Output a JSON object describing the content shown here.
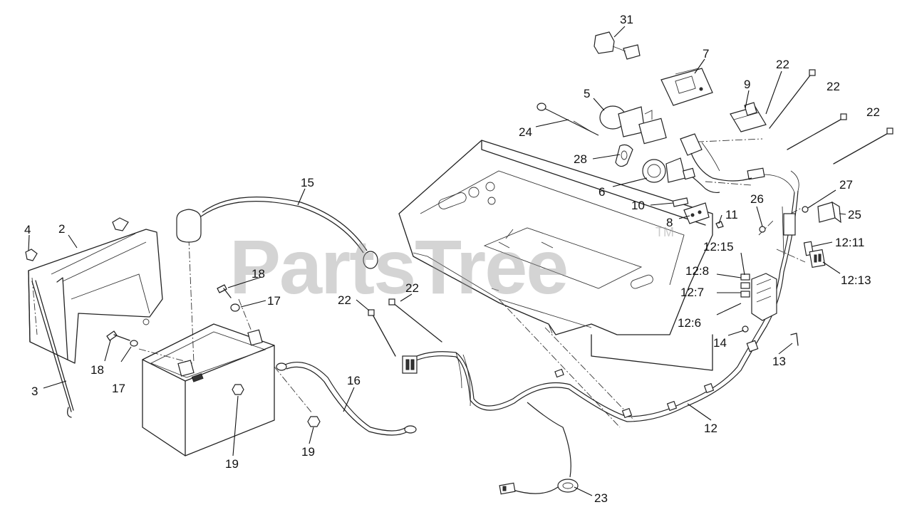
{
  "watermark": {
    "brand": "PartsTree",
    "trademark": "TM"
  },
  "callouts": {
    "c31": "31",
    "c7": "7",
    "c22a": "22",
    "c22b": "22",
    "c22c": "22",
    "c9": "9",
    "c5": "5",
    "c24": "24",
    "c28": "28",
    "c6": "6",
    "c15": "15",
    "c10": "10",
    "c8": "8",
    "c11": "11",
    "c26": "26",
    "c27": "27",
    "c25": "25",
    "c4": "4",
    "c2": "2",
    "c12_15": "12:15",
    "c12_11": "12:11",
    "c12_8": "12:8",
    "c12_13": "12:13",
    "c12_7": "12:7",
    "c18a": "18",
    "c17a": "17",
    "c22d": "22",
    "c22e": "22",
    "c12_6": "12:6",
    "c14": "14",
    "c13": "13",
    "c18b": "18",
    "c17b": "17",
    "c3": "3",
    "c16": "16",
    "c12": "12",
    "c19a": "19",
    "c19b": "19",
    "c23": "23"
  }
}
